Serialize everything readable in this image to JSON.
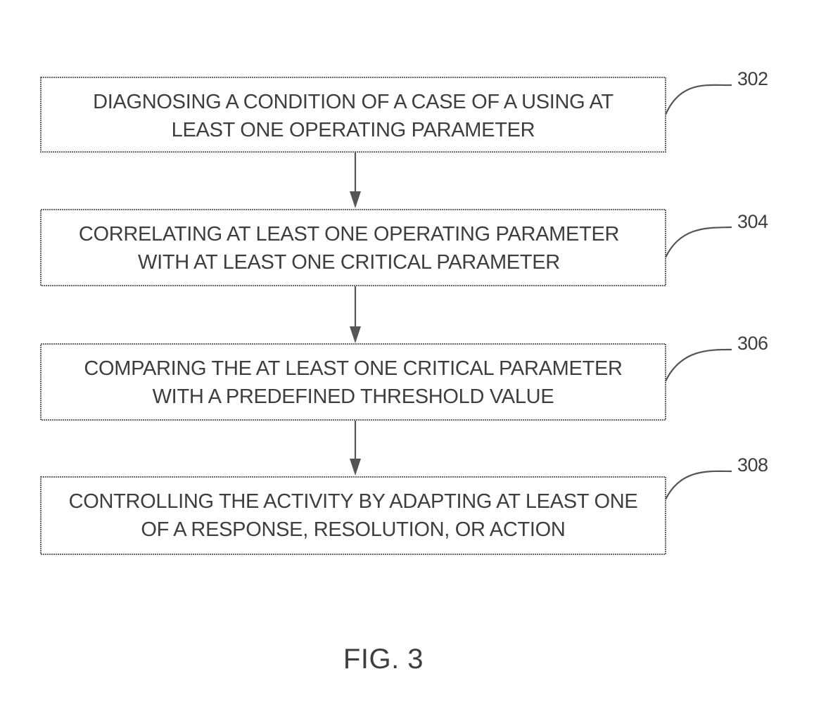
{
  "steps": [
    {
      "ref": "302",
      "lines": [
        "DIAGNOSING A CONDITION OF A CASE OF A USING AT",
        "LEAST ONE OPERATING PARAMETER"
      ]
    },
    {
      "ref": "304",
      "lines": [
        "CORRELATING AT LEAST ONE OPERATING PARAMETER",
        "WITH AT LEAST ONE CRITICAL PARAMETER"
      ]
    },
    {
      "ref": "306",
      "lines": [
        "COMPARING THE AT LEAST ONE CRITICAL PARAMETER",
        "WITH A PREDEFINED THRESHOLD VALUE"
      ]
    },
    {
      "ref": "308",
      "lines": [
        "CONTROLLING THE ACTIVITY  BY ADAPTING AT LEAST ONE",
        "OF A RESPONSE, RESOLUTION, OR ACTION"
      ]
    }
  ],
  "figure_label": "FIG. 3"
}
